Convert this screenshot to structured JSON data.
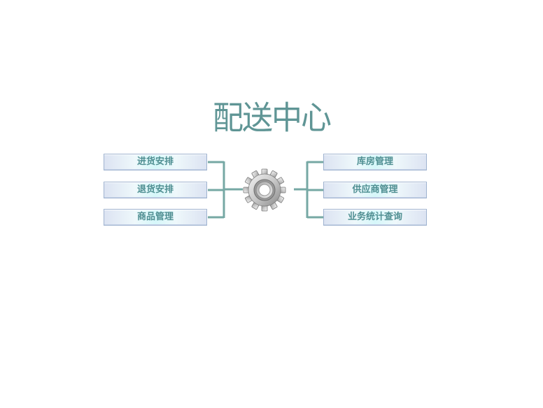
{
  "title": "配送中心",
  "left_menu": [
    {
      "label": "进货安排"
    },
    {
      "label": "退货安排"
    },
    {
      "label": "商品管理"
    }
  ],
  "right_menu": [
    {
      "label": "库房管理"
    },
    {
      "label": "供应商管理"
    },
    {
      "label": "业务统计查询"
    }
  ],
  "colors": {
    "accent": "#5f9595",
    "connector": "#76a8a4",
    "button_border": "#9fb3d0"
  },
  "center_icon": "gear-icon"
}
